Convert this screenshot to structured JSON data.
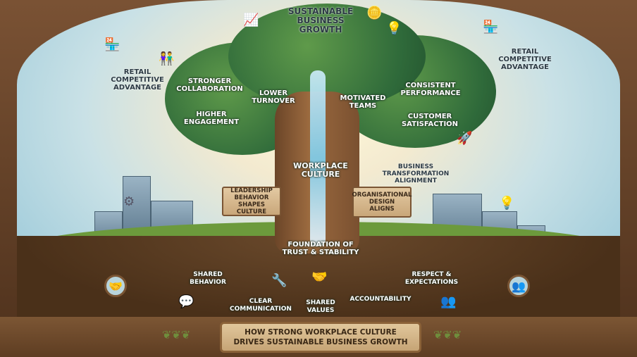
{
  "title": "Sustainable Business Growth",
  "canopy": {
    "retail_left": "Retail\nCompetitive\nAdvantage",
    "retail_right": "Retail\nCompetitive\nAdvantage",
    "stronger_collaboration": "Stronger\nCollaboration",
    "lower_turnover": "Lower\nTurnover",
    "higher_engagement": "Higher\nEngagement",
    "motivated_teams": "Motivated\nTeams",
    "consistent_performance": "Consistent\nPerformance",
    "customer_satisfaction": "Customer\nSatisfaction"
  },
  "trunk": {
    "workplace_culture": "Workplace\nCulture",
    "business_transformation": "Business\nTransformation\nAlignment",
    "leadership_sign": "Leadership\nBehavior\nShapes Culture",
    "organisational_sign": "Organisational\nDesign\nAligns"
  },
  "roots": {
    "foundation": "Foundation of\nTrust & Stability",
    "shared_behavior": "Shared\nBehavior",
    "clear_communication": "Clear\nCommunication",
    "shared_values": "Shared\nValues",
    "accountability": "Accountability",
    "respect": "Respect &\nExpectations"
  },
  "plaque": "HOW STRONG WORKPLACE CULTURE\nDRIVES SUSTAINABLE BUSINESS GROWTH",
  "icons": [
    "growth-chart-icon",
    "coin-icon",
    "lightbulb-icon",
    "store-icon",
    "people-icon",
    "rocket-icon",
    "gear-icon",
    "handshake-icon",
    "chat-icon",
    "wrench-icon",
    "team-icon"
  ]
}
